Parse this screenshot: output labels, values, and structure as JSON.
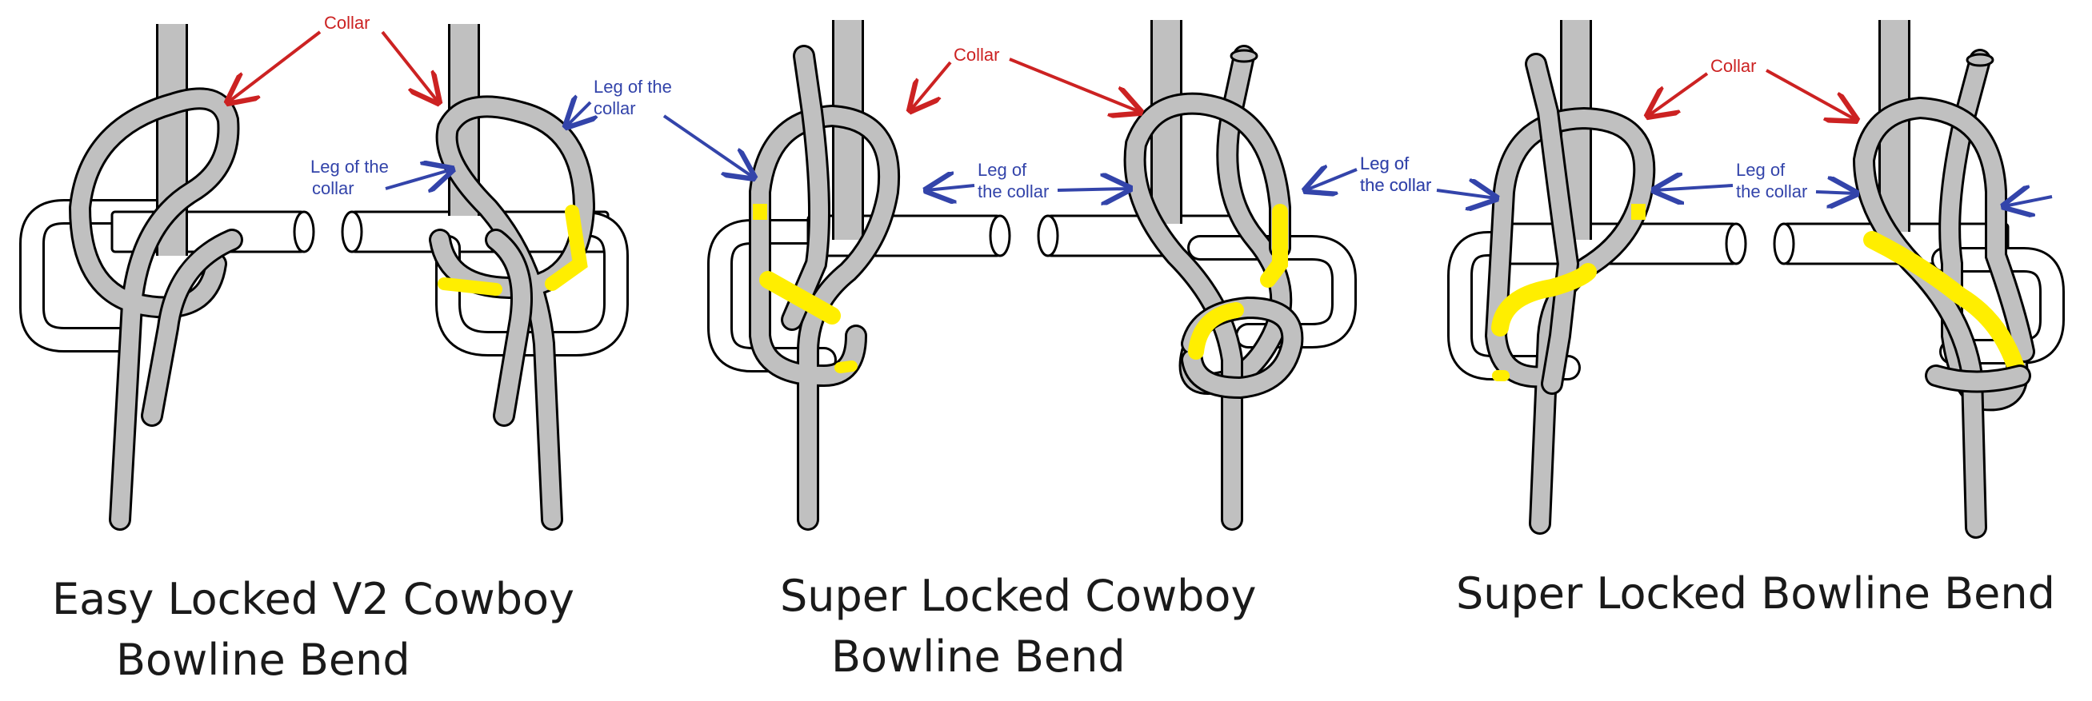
{
  "colors": {
    "rope_fill": "#c0c0c0",
    "rope_outline": "#000000",
    "bar_fill": "#ffffff",
    "highlight": "#ffee00",
    "collar_label": "#cc2222",
    "leg_label": "#3344aa"
  },
  "annotations": {
    "collar": "Collar",
    "leg_of_the_collar": "Leg of the collar"
  },
  "panels": [
    {
      "caption_line1": "Easy Locked V2 Cowboy",
      "caption_line2": "Bowline Bend",
      "collar_label": "Collar",
      "leg_left_line1": "Leg of the",
      "leg_left_line2": "collar",
      "leg_right_line1": "Leg of the",
      "leg_right_line2": "collar"
    },
    {
      "caption_line1": "Super Locked Cowboy",
      "caption_line2": "Bowline Bend",
      "collar_label": "Collar",
      "leg_left_line1": "Leg of",
      "leg_left_line2": "the collar",
      "leg_right_line1": "Leg of",
      "leg_right_line2": "the collar"
    },
    {
      "caption_line1": "Super Locked Bowline Bend",
      "caption_line2": "",
      "collar_label": "Collar",
      "leg_left_line1": "Leg of",
      "leg_left_line2": "the collar",
      "leg_right_line1": "Leg of",
      "leg_right_line2": "the collar"
    }
  ]
}
